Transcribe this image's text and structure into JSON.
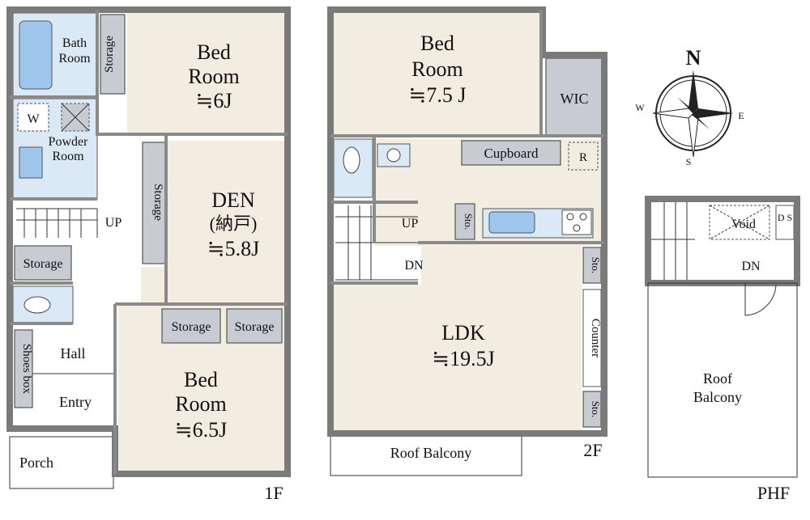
{
  "floors": {
    "first": {
      "label": "1F",
      "rooms": {
        "bath": {
          "name": "Bath Room",
          "line1": "Bath",
          "line2": "Room"
        },
        "storage_top": "Storage",
        "bedroom_1": {
          "line1": "Bed",
          "line2": "Room",
          "size": "≒6J"
        },
        "washer": "W",
        "powder": {
          "line1": "Powder",
          "line2": "Room"
        },
        "storage_vertical": "Storage",
        "den": {
          "line1": "DEN",
          "line2": "(納戸)",
          "size": "≒5.8J"
        },
        "stairs_up": "UP",
        "storage_left": "Storage",
        "storage_mid": "Storage",
        "storage_right": "Storage",
        "hall": "Hall",
        "shoes_box": "Shoes box",
        "entry": "Entry",
        "bedroom_2": {
          "line1": "Bed",
          "line2": "Room",
          "size": "≒6.5J"
        },
        "porch": "Porch"
      }
    },
    "second": {
      "label": "2F",
      "rooms": {
        "bedroom": {
          "line1": "Bed",
          "line2": "Room",
          "size": "≒7.5 J"
        },
        "wic": "WIC",
        "cupboard": "Cupboard",
        "refrigerator": "R",
        "sto_kitchen": "Sto.",
        "stairs_up": "UP",
        "stairs_dn": "DN",
        "sto_right_top": "Sto.",
        "counter": "Counter",
        "ldk": {
          "line1": "LDK",
          "size": "≒19.5J"
        },
        "sto_right_bottom": "Sto.",
        "roof_balcony": "Roof Balcony"
      }
    },
    "penthouse": {
      "label": "PHF",
      "rooms": {
        "void": "Void",
        "ds": "D S",
        "stairs_dn": "DN",
        "roof_balcony": {
          "line1": "Roof",
          "line2": "Balcony"
        }
      }
    }
  },
  "compass": {
    "n": "N",
    "s": "S",
    "e": "E",
    "w": "W"
  },
  "colors": {
    "room_fill": "#f2ede0",
    "storage_fill": "#c9cbd3",
    "wet_fill": "#dbe8f6",
    "wall": "#7a7a7a"
  }
}
